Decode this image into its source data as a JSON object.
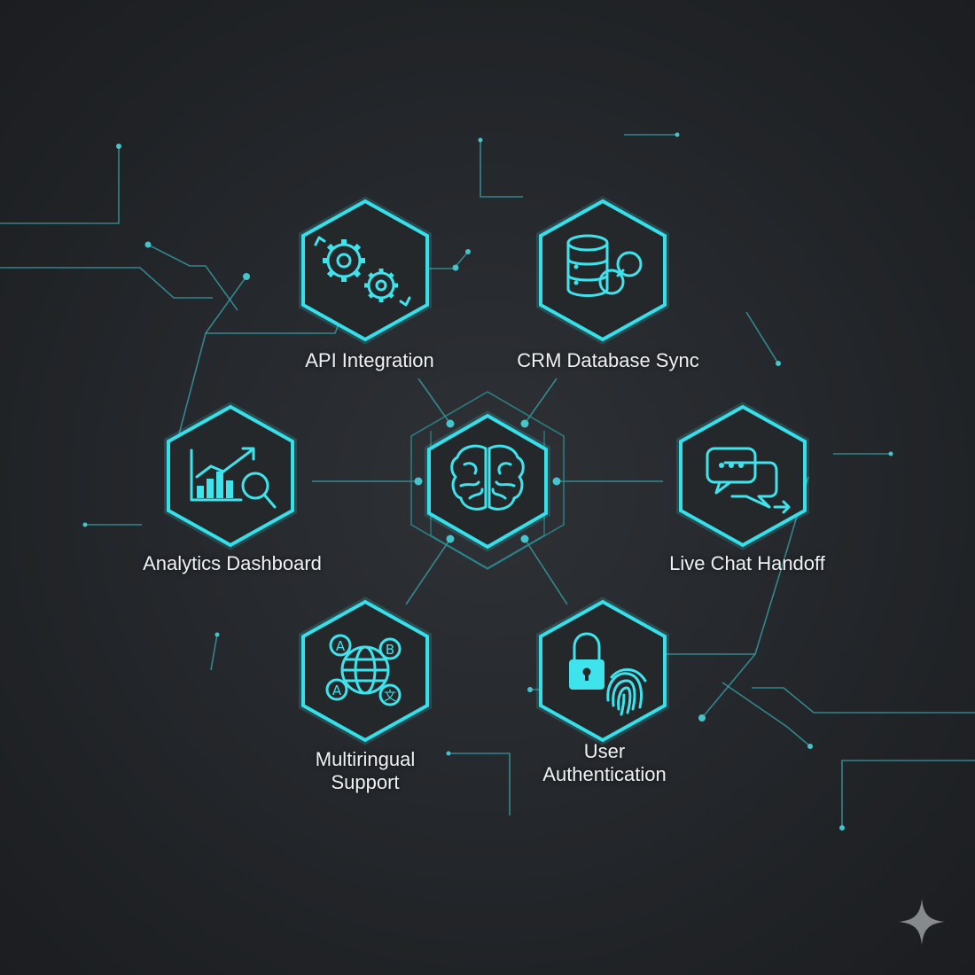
{
  "diagram": {
    "center": {
      "icon": "brain-icon"
    },
    "nodes": [
      {
        "id": "api",
        "label": "API Integration",
        "icon": "gears-icon"
      },
      {
        "id": "crm",
        "label": "CRM Database Sync",
        "icon": "database-link-icon"
      },
      {
        "id": "analytics",
        "label": "Analytics Dashboard",
        "icon": "chart-magnifier-icon"
      },
      {
        "id": "livechat",
        "label": "Live Chat Handoff",
        "icon": "chat-bubbles-icon"
      },
      {
        "id": "multilingual",
        "label_line1": "Multiringual",
        "label_line2": "Support",
        "icon": "globe-translate-icon"
      },
      {
        "id": "auth",
        "label_line1": "User",
        "label_line2": "Authentication",
        "icon": "lock-fingerprint-icon"
      }
    ]
  },
  "colors": {
    "accent": "#35e0ea",
    "background": "#25282c",
    "trace": "#3aa7ad",
    "text": "#eef2f4"
  },
  "watermark": {
    "icon": "sparkle-icon"
  }
}
